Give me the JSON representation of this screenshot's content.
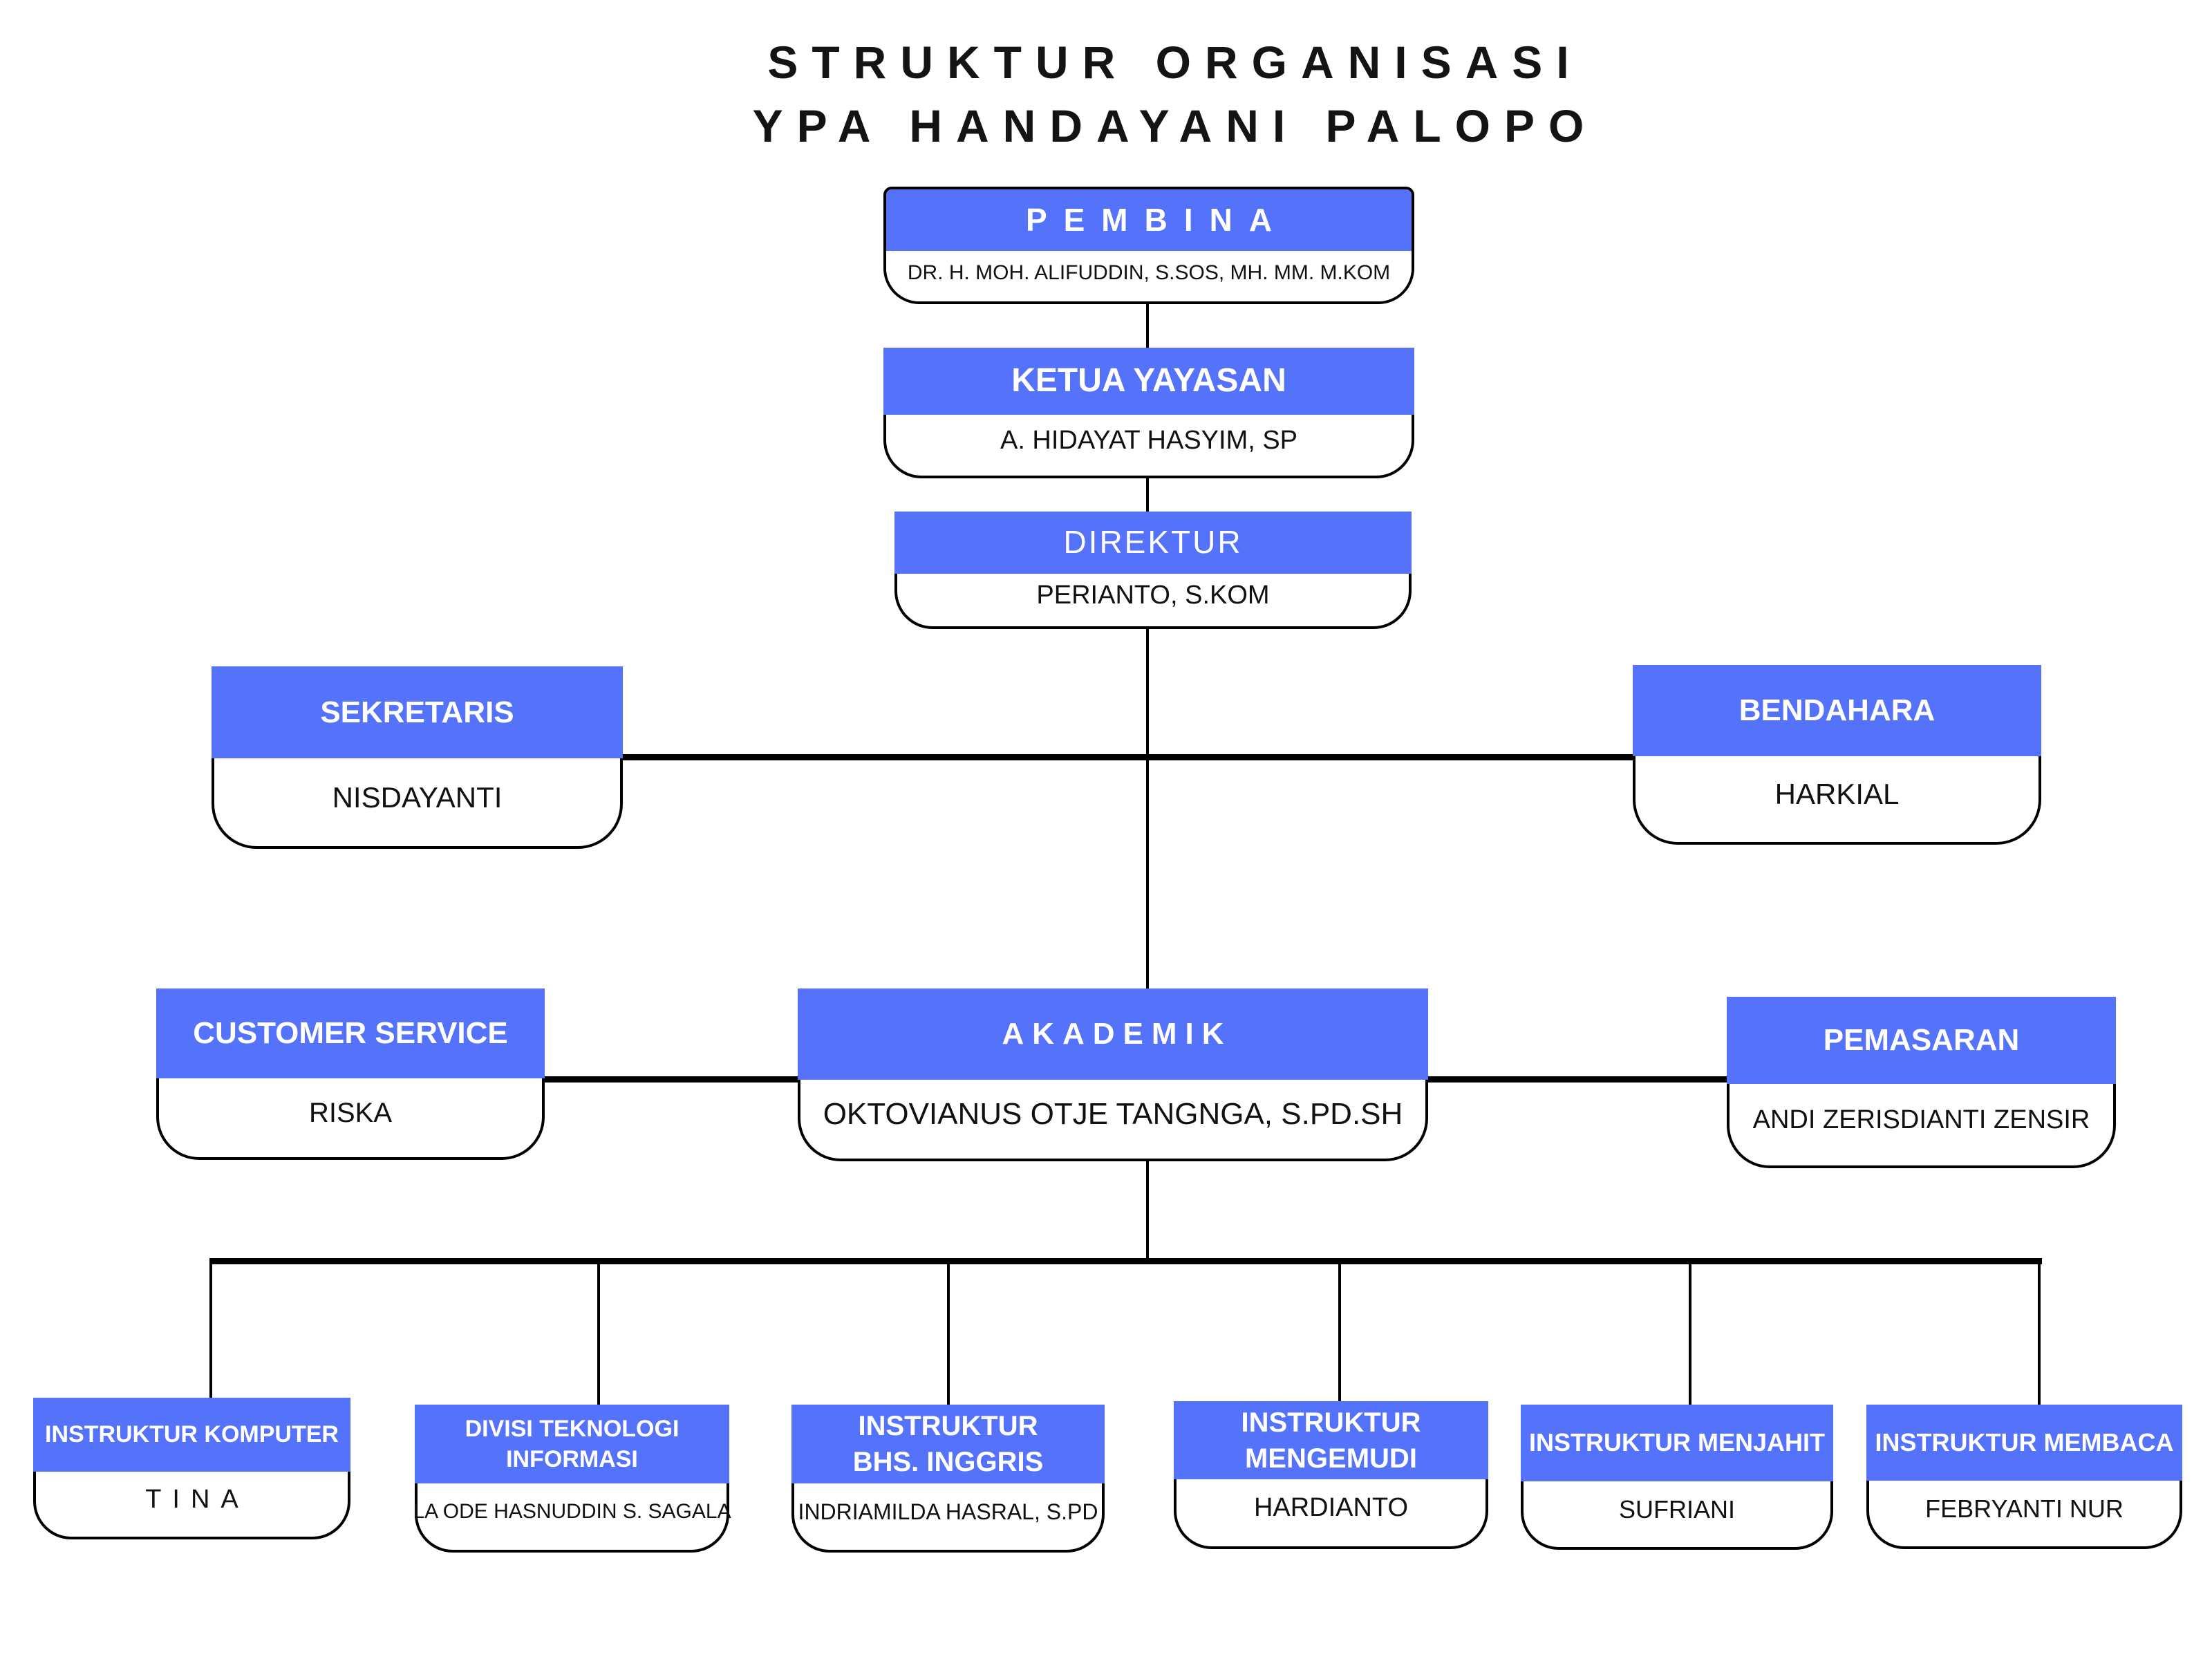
{
  "title": {
    "title_lines": [
      "STRUKTUR ORGANISASI",
      "YPA HANDAYANI PALOPO"
    ]
  },
  "colors": {
    "accent": "#5572FA",
    "line": "#000000",
    "header_text": "#FFFFFF",
    "name_text": "#111111",
    "background": "#FFFFFF"
  },
  "nodes": {
    "pembina": {
      "title_lines": [
        "PEMBINA"
      ],
      "name": "DR. H. MOH. ALIFUDDIN, S.SOS, MH. MM. M.KOM"
    },
    "ketua_yayasan": {
      "title_lines": [
        "KETUA YAYASAN"
      ],
      "name": "A. HIDAYAT HASYIM, SP"
    },
    "direktur": {
      "title_lines": [
        "DIREKTUR"
      ],
      "name": "PERIANTO, S.KOM"
    },
    "sekretaris": {
      "title_lines": [
        "SEKRETARIS"
      ],
      "name": "NISDAYANTI"
    },
    "bendahara": {
      "title_lines": [
        "BENDAHARA"
      ],
      "name": "HARKIAL"
    },
    "customer_service": {
      "title_lines": [
        "CUSTOMER SERVICE"
      ],
      "name": "RISKA"
    },
    "akademik": {
      "title_lines": [
        "AKADEMIK"
      ],
      "name": "OKTOVIANUS OTJE TANGNGA, S.PD.SH"
    },
    "pemasaran": {
      "title_lines": [
        "PEMASARAN"
      ],
      "name": "ANDI ZERISDIANTI ZENSIR"
    },
    "instruktur_komputer": {
      "title_lines": [
        "INSTRUKTUR KOMPUTER"
      ],
      "name": "TINA"
    },
    "divisi_ti": {
      "title_lines": [
        "DIVISI TEKNOLOGI",
        "INFORMASI"
      ],
      "name": "LA ODE HASNUDDIN S. SAGALA"
    },
    "instruktur_inggris": {
      "title_lines": [
        "INSTRUKTUR",
        "BHS. INGGRIS"
      ],
      "name": "INDRIAMILDA HASRAL, S.PD"
    },
    "instruktur_mengemudi": {
      "title_lines": [
        "INSTRUKTUR",
        "MENGEMUDI"
      ],
      "name": "HARDIANTO"
    },
    "instruktur_menjahit": {
      "title_lines": [
        "INSTRUKTUR MENJAHIT"
      ],
      "name": "SUFRIANI"
    },
    "instruktur_membaca": {
      "title_lines": [
        "INSTRUKTUR MEMBACA"
      ],
      "name": "FEBRYANTI NUR"
    }
  },
  "edges": [
    [
      "pembina",
      "ketua_yayasan"
    ],
    [
      "ketua_yayasan",
      "direktur"
    ],
    [
      "direktur",
      "sekretaris"
    ],
    [
      "direktur",
      "bendahara"
    ],
    [
      "direktur",
      "akademik"
    ],
    [
      "akademik",
      "customer_service"
    ],
    [
      "akademik",
      "pemasaran"
    ],
    [
      "akademik",
      "instruktur_komputer"
    ],
    [
      "akademik",
      "divisi_ti"
    ],
    [
      "akademik",
      "instruktur_inggris"
    ],
    [
      "akademik",
      "instruktur_mengemudi"
    ],
    [
      "akademik",
      "instruktur_menjahit"
    ],
    [
      "akademik",
      "instruktur_membaca"
    ]
  ]
}
